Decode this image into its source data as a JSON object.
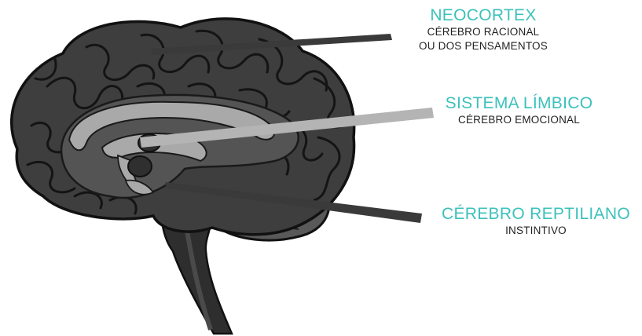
{
  "colors": {
    "accent": "#3cc1bb",
    "cortex_dark": "#3e3e3e",
    "outline": "#111111",
    "limbic": "#a9a9a9",
    "brainstem": "#333333",
    "pointer_dark": "#3a3a3a",
    "pointer_light": "#b4b4b4"
  },
  "labels": {
    "neocortex": {
      "title": "NEOCORTEX",
      "lines": [
        "CÉREBRO RACIONAL",
        "OU DOS PENSAMENTOS"
      ]
    },
    "limbic": {
      "title": "SISTEMA LÍMBICO",
      "lines": [
        "CÉREBRO EMOCIONAL"
      ]
    },
    "reptilian": {
      "title": "CÉREBRO REPTILIANO",
      "lines": [
        "INSTINTIVO"
      ]
    }
  }
}
